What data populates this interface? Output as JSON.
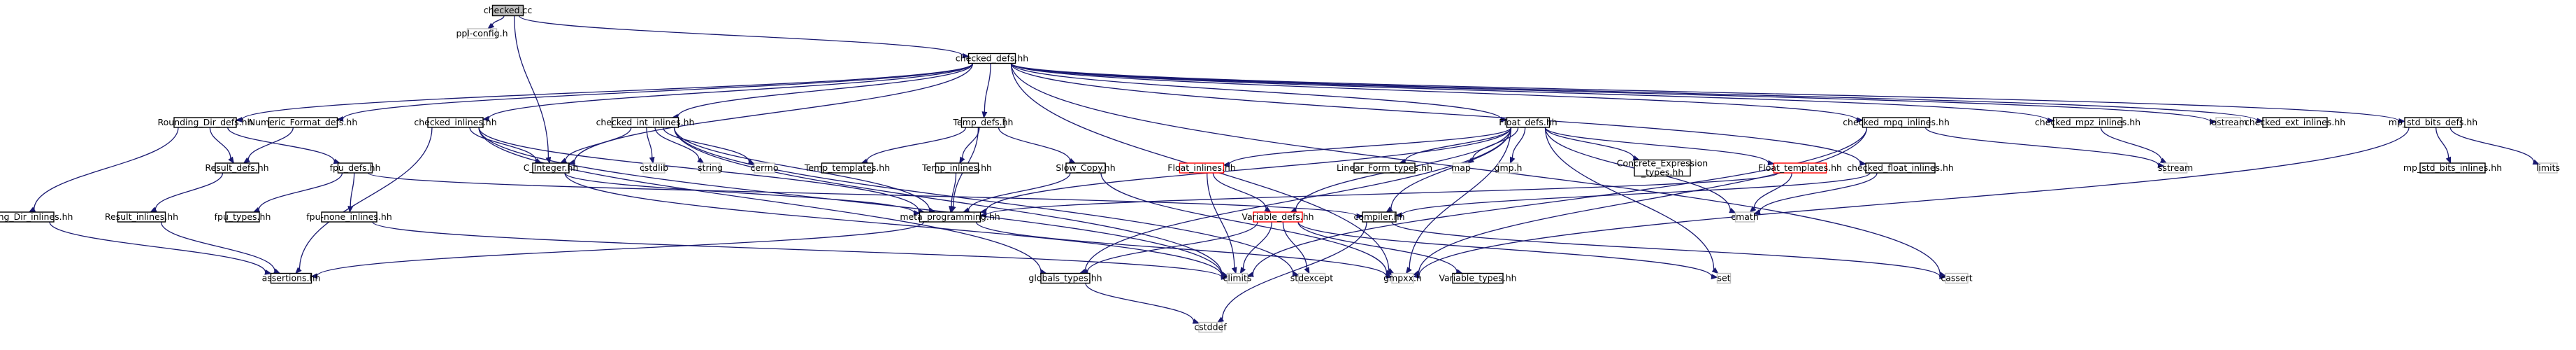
{
  "colors": {
    "edge": "#191970",
    "border_documented": "#000000",
    "border_undocumented": "#bfbfbf",
    "border_truncated": "#ff0000",
    "fill_root": "#bfbfbf",
    "fill_default": "#ffffff"
  },
  "nodes": [
    {
      "id": "checked_cc",
      "label": "checked.cc",
      "style": "root"
    },
    {
      "id": "ppl_config",
      "label": "ppl-config.h",
      "style": "undocumented"
    },
    {
      "id": "checked_defs",
      "label": "checked_defs.hh",
      "style": "documented"
    },
    {
      "id": "rounding_dir_defs",
      "label": "Rounding_Dir_defs.hh",
      "style": "documented"
    },
    {
      "id": "numeric_format_defs",
      "label": "Numeric_Format_defs.hh",
      "style": "documented"
    },
    {
      "id": "checked_inlines",
      "label": "checked_inlines.hh",
      "style": "documented"
    },
    {
      "id": "checked_int_inlines",
      "label": "checked_int_inlines.hh",
      "style": "documented"
    },
    {
      "id": "temp_defs",
      "label": "Temp_defs.hh",
      "style": "documented"
    },
    {
      "id": "float_defs",
      "label": "Float_defs.hh",
      "style": "documented"
    },
    {
      "id": "checked_mpq_inlines",
      "label": "checked_mpq_inlines.hh",
      "style": "documented"
    },
    {
      "id": "checked_mpz_inlines",
      "label": "checked_mpz_inlines.hh",
      "style": "documented"
    },
    {
      "id": "iostream",
      "label": "iostream",
      "style": "undocumented"
    },
    {
      "id": "checked_ext_inlines",
      "label": "checked_ext_inlines.hh",
      "style": "documented"
    },
    {
      "id": "mp_std_bits_defs",
      "label": "mp_std_bits_defs.hh",
      "style": "documented"
    },
    {
      "id": "result_defs",
      "label": "Result_defs.hh",
      "style": "documented"
    },
    {
      "id": "fpu_defs",
      "label": "fpu_defs.hh",
      "style": "documented"
    },
    {
      "id": "c_integer",
      "label": "C_Integer.hh",
      "style": "documented"
    },
    {
      "id": "cstdlib",
      "label": "cstdlib",
      "style": "undocumented"
    },
    {
      "id": "string",
      "label": "string",
      "style": "undocumented"
    },
    {
      "id": "cerrno",
      "label": "cerrno",
      "style": "undocumented"
    },
    {
      "id": "temp_templates",
      "label": "Temp_templates.hh",
      "style": "documented"
    },
    {
      "id": "temp_inlines",
      "label": "Temp_inlines.hh",
      "style": "documented"
    },
    {
      "id": "slow_copy",
      "label": "Slow_Copy.hh",
      "style": "documented"
    },
    {
      "id": "float_inlines",
      "label": "Float_inlines.hh",
      "style": "truncated"
    },
    {
      "id": "linear_form_types",
      "label": "Linear_Form_types.hh",
      "style": "documented"
    },
    {
      "id": "map",
      "label": "map",
      "style": "undocumented"
    },
    {
      "id": "gmp_h",
      "label": "gmp.h",
      "style": "undocumented"
    },
    {
      "id": "concrete_expression_types",
      "label": "Concrete_Expression\n_types.hh",
      "style": "documented"
    },
    {
      "id": "float_templates",
      "label": "Float_templates.hh",
      "style": "truncated"
    },
    {
      "id": "checked_float_inlines",
      "label": "checked_float_inlines.hh",
      "style": "documented"
    },
    {
      "id": "sstream",
      "label": "sstream",
      "style": "undocumented"
    },
    {
      "id": "mp_std_bits_inlines",
      "label": "mp_std_bits_inlines.hh",
      "style": "documented"
    },
    {
      "id": "limits",
      "label": "limits",
      "style": "undocumented"
    },
    {
      "id": "rounding_dir_inlines",
      "label": "Rounding_Dir_inlines.hh",
      "style": "documented"
    },
    {
      "id": "result_inlines",
      "label": "Result_inlines.hh",
      "style": "documented"
    },
    {
      "id": "fpu_types",
      "label": "fpu_types.hh",
      "style": "documented"
    },
    {
      "id": "fpu_none_inlines",
      "label": "fpu-none_inlines.hh",
      "style": "documented"
    },
    {
      "id": "meta_programming",
      "label": "meta_programming.hh",
      "style": "documented"
    },
    {
      "id": "variable_defs",
      "label": "Variable_defs.hh",
      "style": "truncated"
    },
    {
      "id": "compiler",
      "label": "compiler.hh",
      "style": "documented"
    },
    {
      "id": "cmath",
      "label": "cmath",
      "style": "undocumented"
    },
    {
      "id": "assertions",
      "label": "assertions.hh",
      "style": "documented"
    },
    {
      "id": "globals_types",
      "label": "globals_types.hh",
      "style": "documented"
    },
    {
      "id": "climits",
      "label": "climits",
      "style": "undocumented"
    },
    {
      "id": "stdexcept",
      "label": "stdexcept",
      "style": "undocumented"
    },
    {
      "id": "gmpxx",
      "label": "gmpxx.h",
      "style": "undocumented"
    },
    {
      "id": "variable_types",
      "label": "Variable_types.hh",
      "style": "documented"
    },
    {
      "id": "set",
      "label": "set",
      "style": "undocumented"
    },
    {
      "id": "cassert",
      "label": "cassert",
      "style": "undocumented"
    },
    {
      "id": "cstddef",
      "label": "cstddef",
      "style": "undocumented"
    }
  ],
  "edges": [
    [
      "checked_cc",
      "ppl_config"
    ],
    [
      "checked_cc",
      "checked_defs"
    ],
    [
      "checked_cc",
      "c_integer"
    ],
    [
      "checked_defs",
      "rounding_dir_defs"
    ],
    [
      "checked_defs",
      "numeric_format_defs"
    ],
    [
      "checked_defs",
      "checked_inlines"
    ],
    [
      "checked_defs",
      "checked_int_inlines"
    ],
    [
      "checked_defs",
      "temp_defs"
    ],
    [
      "checked_defs",
      "float_defs"
    ],
    [
      "checked_defs",
      "checked_mpq_inlines"
    ],
    [
      "checked_defs",
      "checked_mpz_inlines"
    ],
    [
      "checked_defs",
      "iostream"
    ],
    [
      "checked_defs",
      "checked_ext_inlines"
    ],
    [
      "checked_defs",
      "mp_std_bits_defs"
    ],
    [
      "checked_defs",
      "checked_float_inlines"
    ],
    [
      "checked_defs",
      "c_integer"
    ],
    [
      "checked_defs",
      "cassert"
    ],
    [
      "checked_defs",
      "gmpxx"
    ],
    [
      "rounding_dir_defs",
      "result_defs"
    ],
    [
      "rounding_dir_defs",
      "fpu_defs"
    ],
    [
      "rounding_dir_defs",
      "rounding_dir_inlines"
    ],
    [
      "numeric_format_defs",
      "result_defs"
    ],
    [
      "result_defs",
      "result_inlines"
    ],
    [
      "result_inlines",
      "assertions"
    ],
    [
      "rounding_dir_inlines",
      "assertions"
    ],
    [
      "fpu_defs",
      "fpu_types"
    ],
    [
      "fpu_defs",
      "fpu_none_inlines"
    ],
    [
      "fpu_defs",
      "compiler"
    ],
    [
      "fpu_none_inlines",
      "climits"
    ],
    [
      "checked_inlines",
      "c_integer"
    ],
    [
      "checked_inlines",
      "assertions"
    ],
    [
      "checked_inlines",
      "globals_types"
    ],
    [
      "checked_inlines",
      "climits"
    ],
    [
      "checked_inlines",
      "meta_programming"
    ],
    [
      "checked_int_inlines",
      "c_integer"
    ],
    [
      "checked_int_inlines",
      "cstdlib"
    ],
    [
      "checked_int_inlines",
      "string"
    ],
    [
      "checked_int_inlines",
      "cerrno"
    ],
    [
      "checked_int_inlines",
      "meta_programming"
    ],
    [
      "checked_int_inlines",
      "climits"
    ],
    [
      "checked_int_inlines",
      "stdexcept"
    ],
    [
      "c_integer",
      "meta_programming"
    ],
    [
      "c_integer",
      "climits"
    ],
    [
      "temp_defs",
      "temp_templates"
    ],
    [
      "temp_defs",
      "temp_inlines"
    ],
    [
      "temp_defs",
      "slow_copy"
    ],
    [
      "temp_defs",
      "meta_programming"
    ],
    [
      "temp_inlines",
      "meta_programming"
    ],
    [
      "slow_copy",
      "meta_programming"
    ],
    [
      "slow_copy",
      "gmpxx"
    ],
    [
      "meta_programming",
      "assertions"
    ],
    [
      "meta_programming",
      "gmpxx"
    ],
    [
      "float_defs",
      "float_inlines"
    ],
    [
      "float_defs",
      "linear_form_types"
    ],
    [
      "float_defs",
      "map"
    ],
    [
      "float_defs",
      "gmp_h"
    ],
    [
      "float_defs",
      "concrete_expression_types"
    ],
    [
      "float_defs",
      "float_templates"
    ],
    [
      "float_defs",
      "variable_defs"
    ],
    [
      "float_defs",
      "globals_types"
    ],
    [
      "float_defs",
      "meta_programming"
    ],
    [
      "float_defs",
      "compiler"
    ],
    [
      "float_defs",
      "cmath"
    ],
    [
      "float_defs",
      "set"
    ],
    [
      "float_defs",
      "gmpxx"
    ],
    [
      "float_inlines",
      "variable_defs"
    ],
    [
      "float_inlines",
      "climits"
    ],
    [
      "float_templates",
      "meta_programming"
    ],
    [
      "float_templates",
      "cmath"
    ],
    [
      "variable_defs",
      "variable_types"
    ],
    [
      "variable_defs",
      "globals_types"
    ],
    [
      "variable_defs",
      "climits"
    ],
    [
      "variable_defs",
      "stdexcept"
    ],
    [
      "variable_defs",
      "set"
    ],
    [
      "compiler",
      "cassert"
    ],
    [
      "compiler",
      "cstddef"
    ],
    [
      "checked_float_inlines",
      "compiler"
    ],
    [
      "checked_float_inlines",
      "cmath"
    ],
    [
      "checked_mpq_inlines",
      "sstream"
    ],
    [
      "checked_mpq_inlines",
      "gmpxx"
    ],
    [
      "checked_mpq_inlines",
      "climits"
    ],
    [
      "checked_mpz_inlines",
      "sstream"
    ],
    [
      "mp_std_bits_defs",
      "mp_std_bits_inlines"
    ],
    [
      "mp_std_bits_defs",
      "limits"
    ],
    [
      "mp_std_bits_defs",
      "gmpxx"
    ],
    [
      "globals_types",
      "cstddef"
    ]
  ]
}
